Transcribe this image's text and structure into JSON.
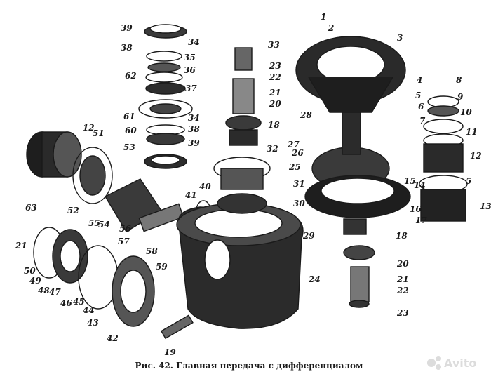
{
  "caption": "Рис. 42. Главная передача с дифференциалом",
  "labels": [
    "1",
    "2",
    "3",
    "4",
    "5",
    "6",
    "7",
    "8",
    "9",
    "10",
    "11",
    "12",
    "5",
    "13",
    "12",
    "51",
    "53",
    "52",
    "55",
    "54",
    "56",
    "57",
    "58",
    "59",
    "41",
    "40",
    "31",
    "30",
    "32",
    "33",
    "23",
    "22",
    "21",
    "20",
    "18",
    "28",
    "27",
    "26",
    "25",
    "14",
    "15",
    "16",
    "17",
    "18",
    "20",
    "21",
    "22",
    "23",
    "24",
    "29",
    "19",
    "42",
    "43",
    "44",
    "45",
    "46",
    "47",
    "48",
    "49",
    "50",
    "21",
    "63",
    "39",
    "38",
    "35",
    "36",
    "34",
    "62",
    "37",
    "61",
    "60",
    "34",
    "38",
    "39"
  ],
  "watermark": "Avito"
}
